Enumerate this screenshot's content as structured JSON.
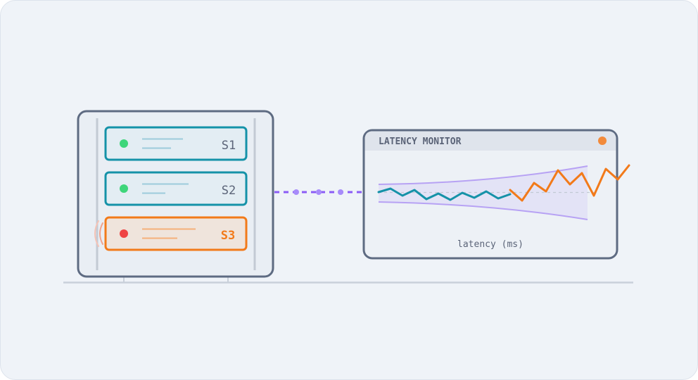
{
  "servers": [
    {
      "label": "S1",
      "status": "healthy"
    },
    {
      "label": "S2",
      "status": "healthy"
    },
    {
      "label": "S3",
      "status": "degraded"
    }
  ],
  "monitor": {
    "title": "LATENCY MONITOR",
    "axis_label": "latency (ms)"
  },
  "colors": {
    "rack_border": "#5e6b82",
    "healthy": "#1592a8",
    "degraded": "#f27a1a",
    "status_ok": "#3ed67a",
    "status_fail": "#ef4444",
    "link": "#8b5cf6",
    "band": "#a78bfa",
    "alert_dot": "#f28a3b"
  }
}
